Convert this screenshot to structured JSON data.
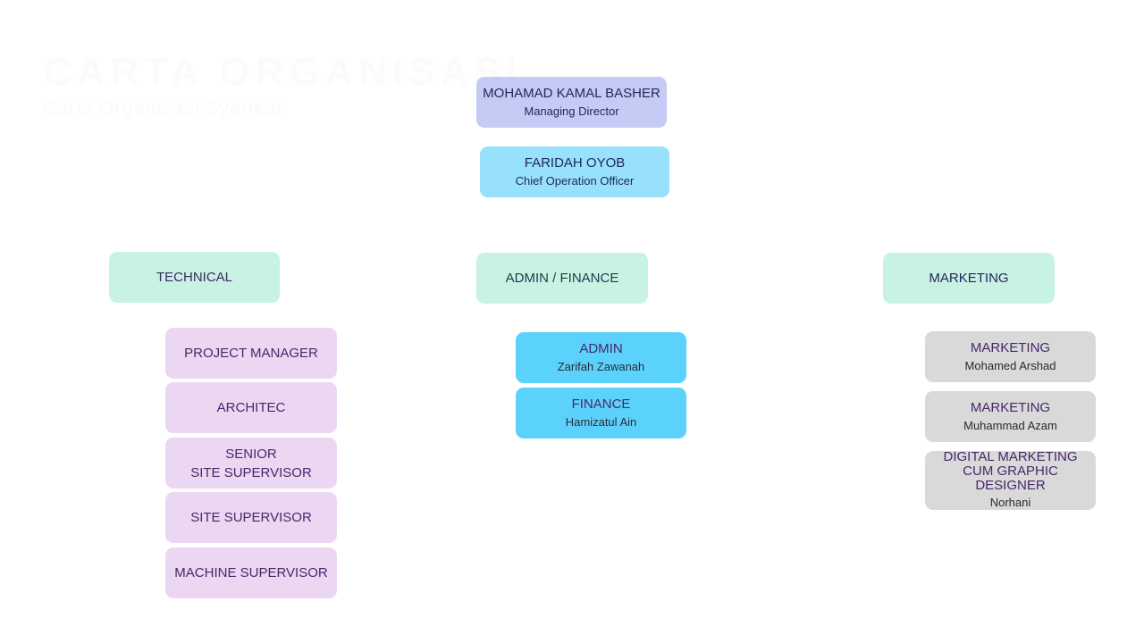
{
  "header": {
    "title": "CARTA ORGANISASI",
    "subtitle": "Carta Organisasi Syarikat"
  },
  "colors": {
    "director": "#c5cbf5",
    "coo": "#97e1fc",
    "department": "#c8f3e3",
    "technical_roles": "#ecd7f2",
    "admin_roles": "#5bd2fc",
    "marketing_roles": "#d9d9d9",
    "text_primary": "#23285c",
    "text_role": "#46286a"
  },
  "director": {
    "name": "MOHAMAD KAMAL BASHER",
    "role": "Managing Director"
  },
  "coo": {
    "name": "FARIDAH OYOB",
    "role": "Chief Operation Officer"
  },
  "departments": [
    {
      "name": "TECHNICAL",
      "roles": [
        {
          "title": "PROJECT MANAGER"
        },
        {
          "title": "ARCHITEC"
        },
        {
          "title": "SENIOR\nSITE SUPERVISOR",
          "line1": "SENIOR",
          "line2": "SITE SUPERVISOR"
        },
        {
          "title": "SITE SUPERVISOR"
        },
        {
          "title": "MACHINE SUPERVISOR"
        }
      ]
    },
    {
      "name": "ADMIN / FINANCE",
      "roles": [
        {
          "title": "ADMIN",
          "person": "Zarifah Zawanah"
        },
        {
          "title": "FINANCE",
          "person": "Hamizatul Ain"
        }
      ]
    },
    {
      "name": "MARKETING",
      "roles": [
        {
          "title": "MARKETING",
          "person": "Mohamed Arshad"
        },
        {
          "title": "MARKETING",
          "person": "Muhammad Azam"
        },
        {
          "title": "DIGITAL MARKETING CUM GRAPHIC DESIGNER",
          "person": "Norhani"
        }
      ]
    }
  ]
}
